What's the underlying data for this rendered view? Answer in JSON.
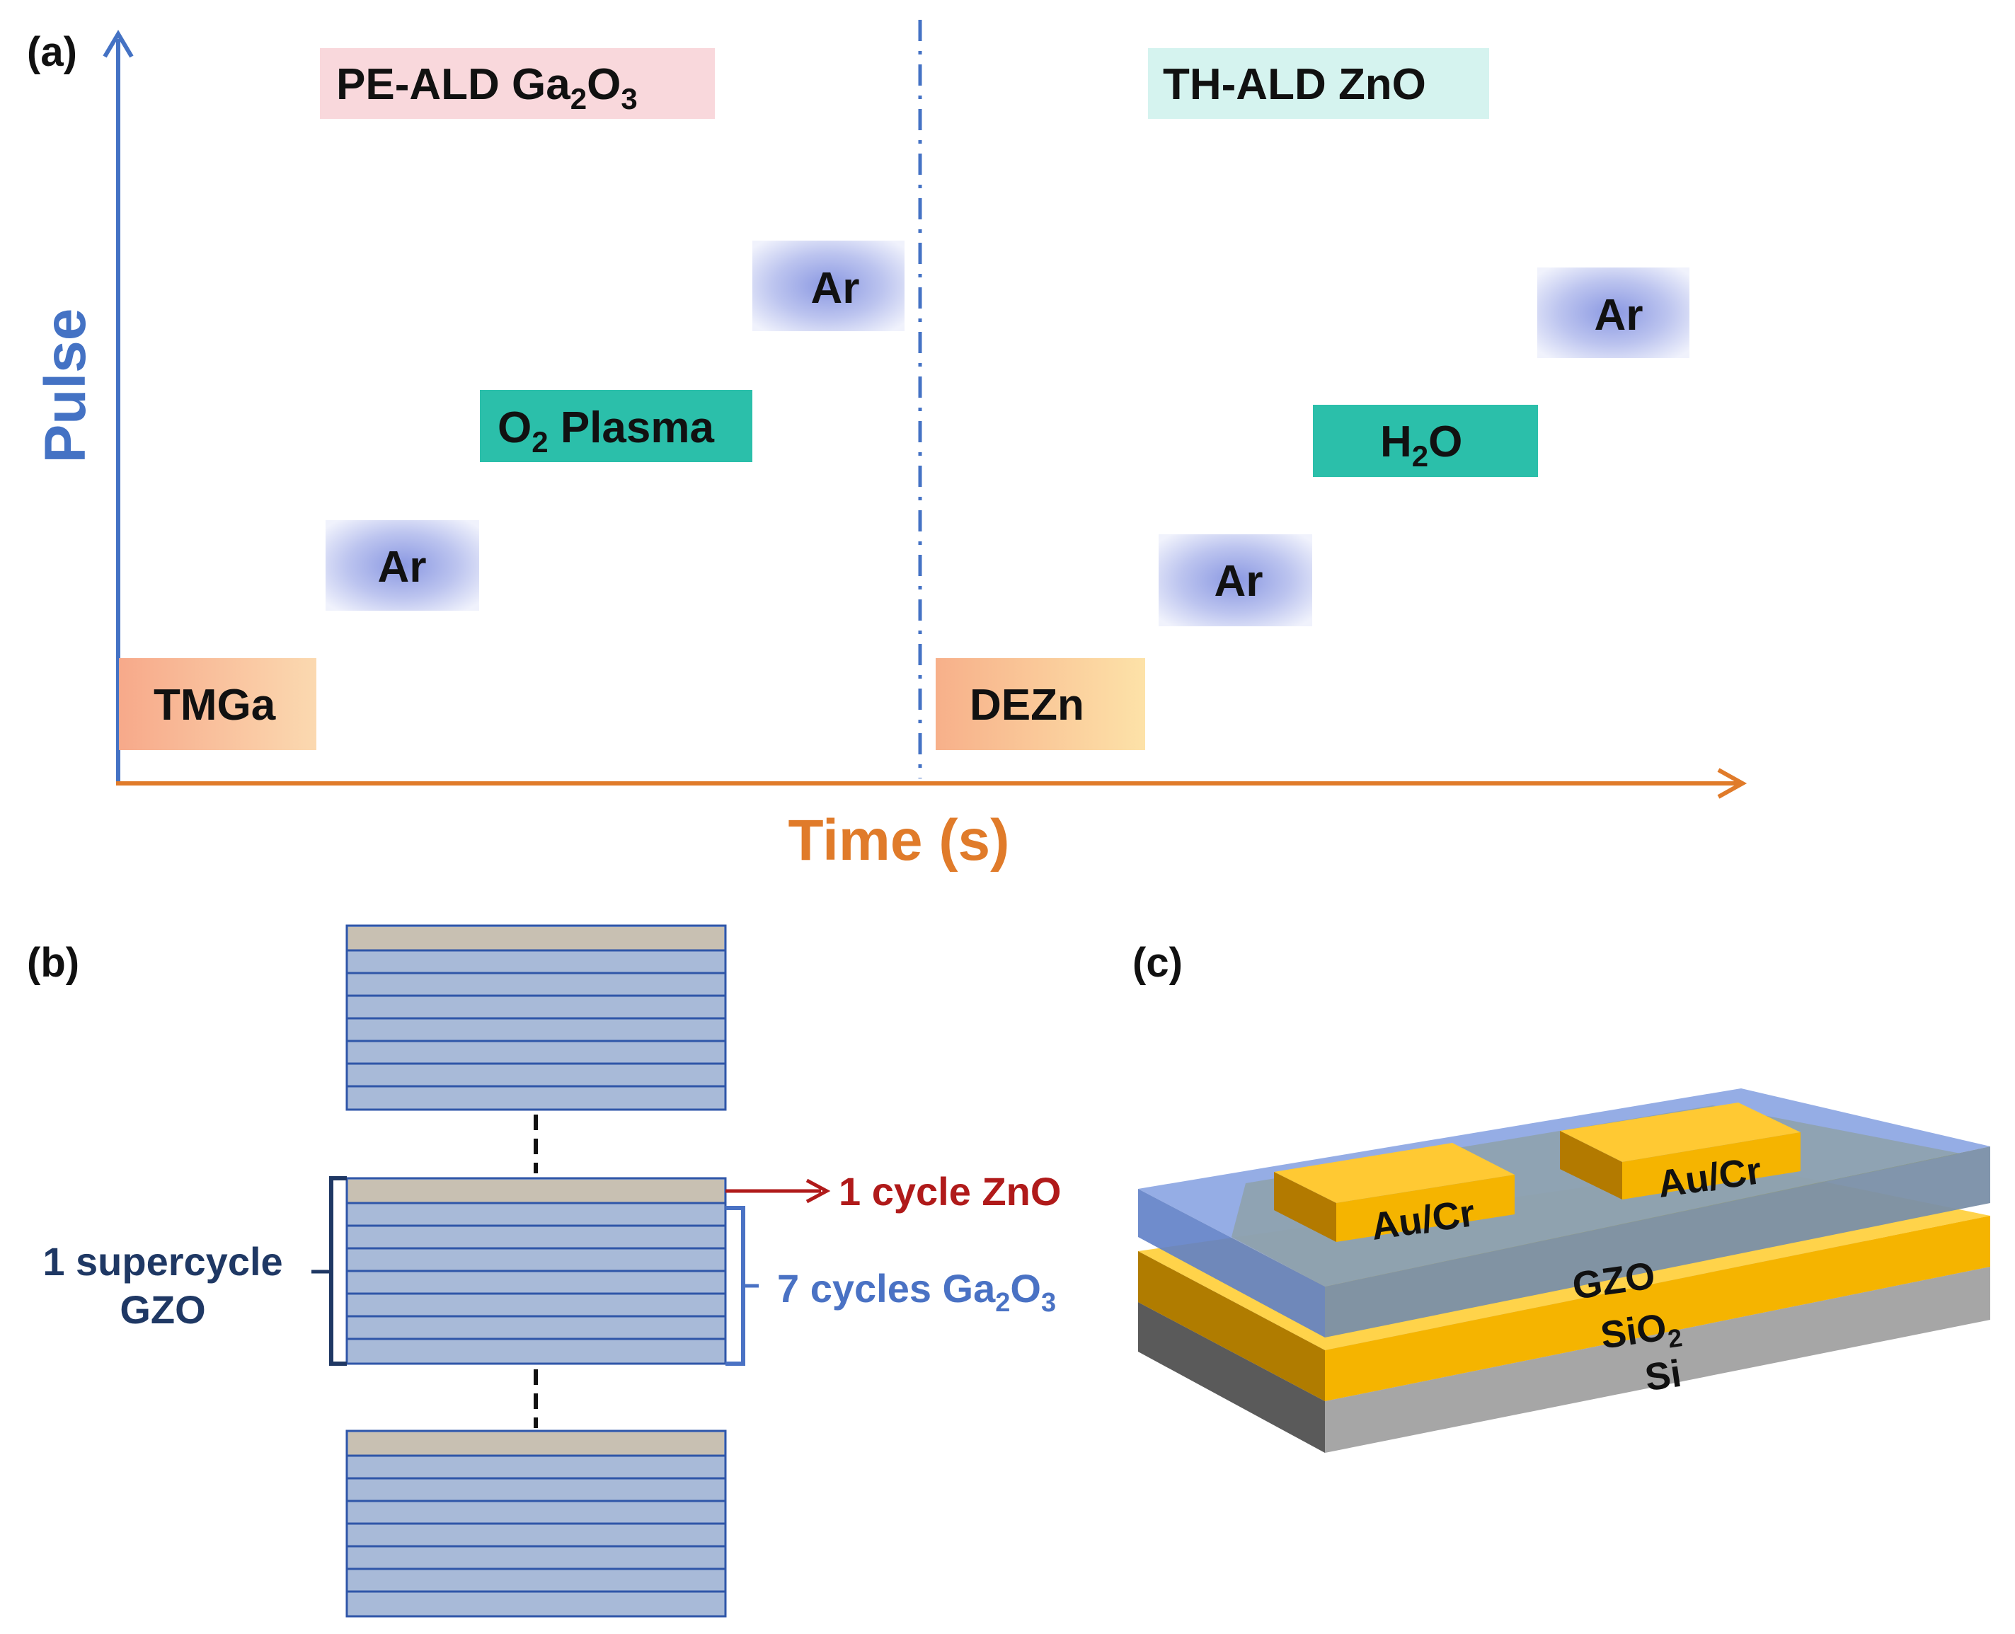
{
  "panel_a": {
    "label": "(a)",
    "y_axis_label": "Pulse",
    "x_axis_label": "Time (s)",
    "left_header": {
      "base": "PE-ALD Ga",
      "sub1": "2",
      "mid": "O",
      "sub2": "3"
    },
    "right_header": "TH-ALD ZnO",
    "left_steps": {
      "tmga": "TMGa",
      "ar1": "Ar",
      "o2plasma": {
        "base": "O",
        "sub": "2",
        "rest": " Plasma"
      },
      "ar2": "Ar"
    },
    "right_steps": {
      "dezn": "DEZn",
      "ar1": "Ar",
      "h2o": {
        "base": "H",
        "sub": "2",
        "rest": "O"
      },
      "ar2": "Ar"
    }
  },
  "panel_b": {
    "label": "(b)",
    "zno_label": "1 cycle ZnO",
    "supercycle_line1": "1 supercycle",
    "supercycle_line2": "GZO",
    "ga2o3_label": {
      "base": "7 cycles Ga",
      "sub1": "2",
      "mid": "O",
      "sub2": "3"
    }
  },
  "panel_c": {
    "label": "(c)",
    "electrode_left": "Au/Cr",
    "electrode_right": "Au/Cr",
    "layer_gzo": "GZO",
    "layer_sio2": {
      "base": "SiO",
      "sub": "2"
    },
    "layer_si": "Si"
  },
  "colors": {
    "pulse_axis": "#4472c4",
    "time_axis": "#e07b2a",
    "teal": "#2bbfaa",
    "zno_red": "#b01a1a",
    "navy": "#1f3864",
    "ga2o3_blue": "#4a72c4",
    "gold": "#f5b400",
    "blue_film": "#7f9fe0",
    "si_gray": "#a6a6a6"
  }
}
